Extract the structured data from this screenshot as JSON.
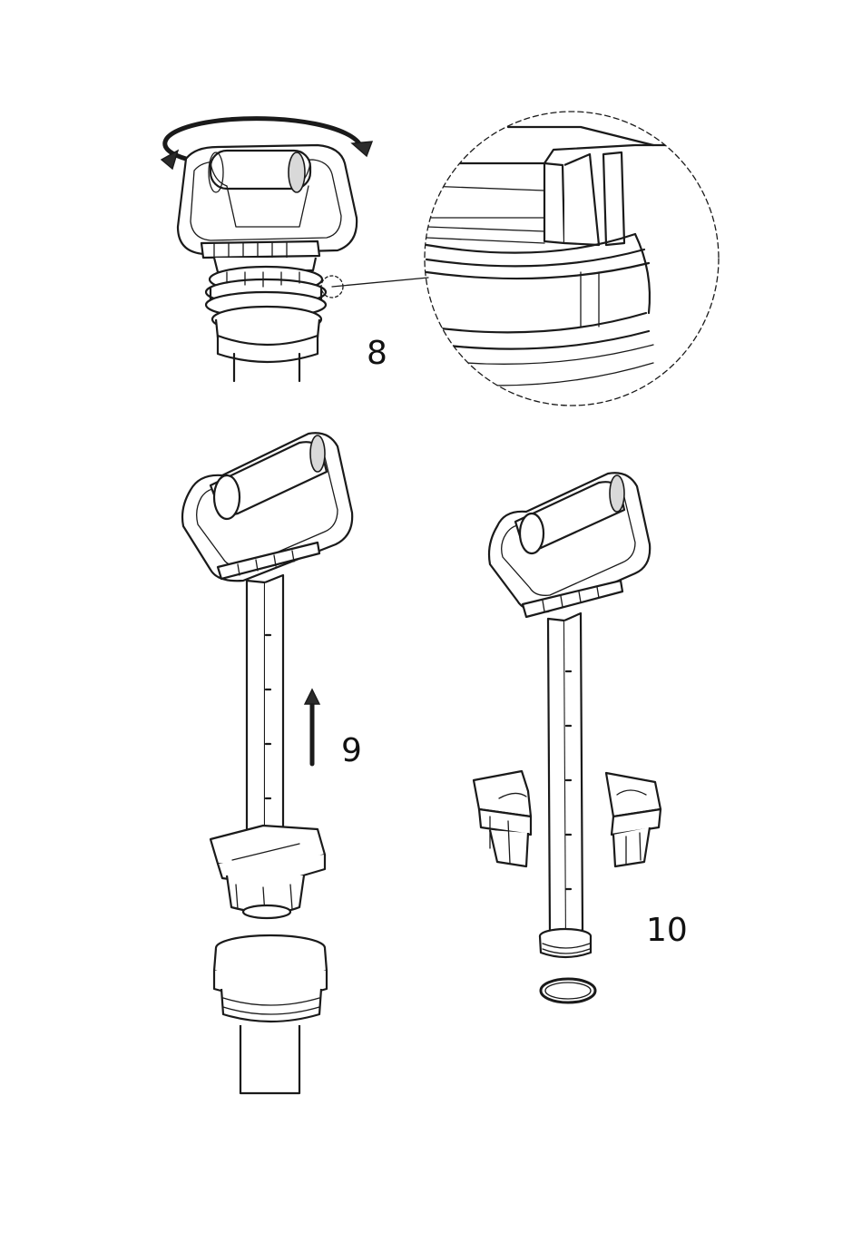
{
  "steps": [
    {
      "label": "8"
    },
    {
      "label": "9"
    },
    {
      "label": "10"
    }
  ],
  "colors": {
    "line": "#1a1a1a",
    "background": "#ffffff",
    "shade": "#d9d9d9"
  }
}
